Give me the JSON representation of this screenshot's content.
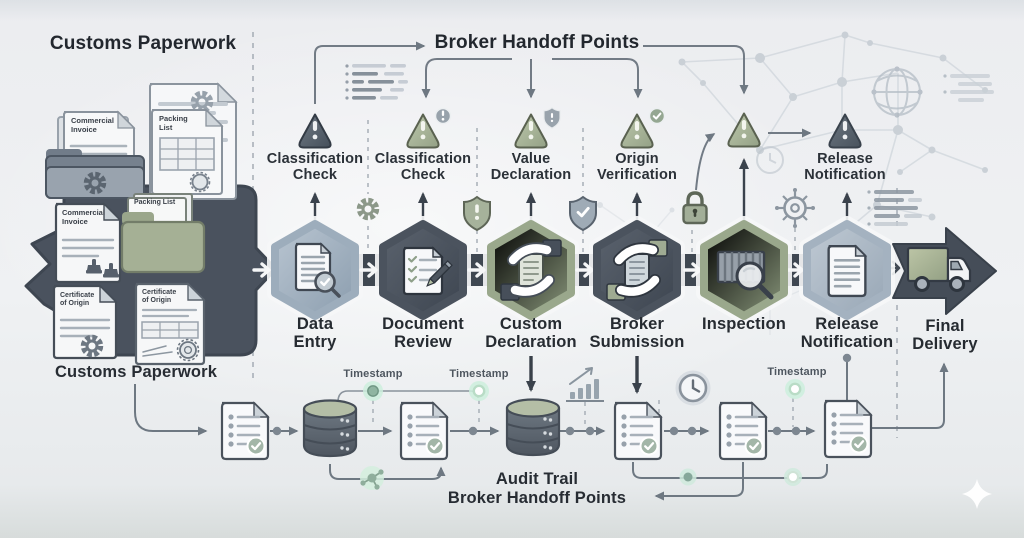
{
  "palette": {
    "dark_slate": "#454d58",
    "sage_green": "#a8b49b",
    "blue_gray": "#a9b8c6",
    "background": "#eceef1",
    "timestamp_green": "#8fb5a1",
    "line_gray": "#6e7882"
  },
  "header": {
    "customs_title": "Customs Paperwork",
    "broker_title": "Broker Handoff Points"
  },
  "checkpoints": [
    {
      "label": "Classification\nCheck",
      "variant": "dark",
      "badge": null
    },
    {
      "label": "Classification\nCheck",
      "variant": "green",
      "badge": "alert-circle"
    },
    {
      "label": "Value\nDeclaration",
      "variant": "green",
      "badge": "shield"
    },
    {
      "label": "Origin\nVerification",
      "variant": "green",
      "badge": "check-circle"
    },
    {
      "label": null,
      "variant": "green",
      "badge": null
    },
    {
      "label": "Release\nNotification",
      "variant": "dark",
      "badge": null
    }
  ],
  "stages": [
    {
      "label": "Data\nEntry",
      "icon": "document-search"
    },
    {
      "label": "Document\nReview",
      "icon": "checklist-pencil"
    },
    {
      "label": "Custom\nDeclaration",
      "icon": "hands-document"
    },
    {
      "label": "Broker\nSubmission",
      "icon": "hands-document"
    },
    {
      "label": "Inspection",
      "icon": "container-search"
    },
    {
      "label": "Release\nNotification",
      "icon": "document"
    },
    {
      "label": "Final\nDelivery",
      "icon": "delivery-truck"
    }
  ],
  "paperwork": {
    "title": "Customs Paperwork",
    "docs": {
      "commercial_invoice": "Commercial\nInvoice",
      "packing_list": "Packing\nList",
      "packing_list_single": "Packing List",
      "certificate_of_origin": "Certificate\nof Origin"
    }
  },
  "audit": {
    "timestamps": [
      "Timestamp",
      "Timestamp",
      "Timestamp"
    ],
    "title": "Audit Trail",
    "subtitle": "Broker Handoff Points"
  },
  "icons": {
    "gear": "gear-icon",
    "shield_alert": "shield-alert-icon",
    "shield_check": "shield-check-icon",
    "lock": "lock-icon",
    "helm": "ship-wheel-icon",
    "globe": "globe-icon",
    "clock": "clock-icon",
    "bar_chart": "bar-chart-icon",
    "molecule": "molecule-icon",
    "database": "database-icon",
    "truck": "truck-icon",
    "sparkle": "sparkle-icon",
    "warning": "warning-triangle-icon"
  }
}
